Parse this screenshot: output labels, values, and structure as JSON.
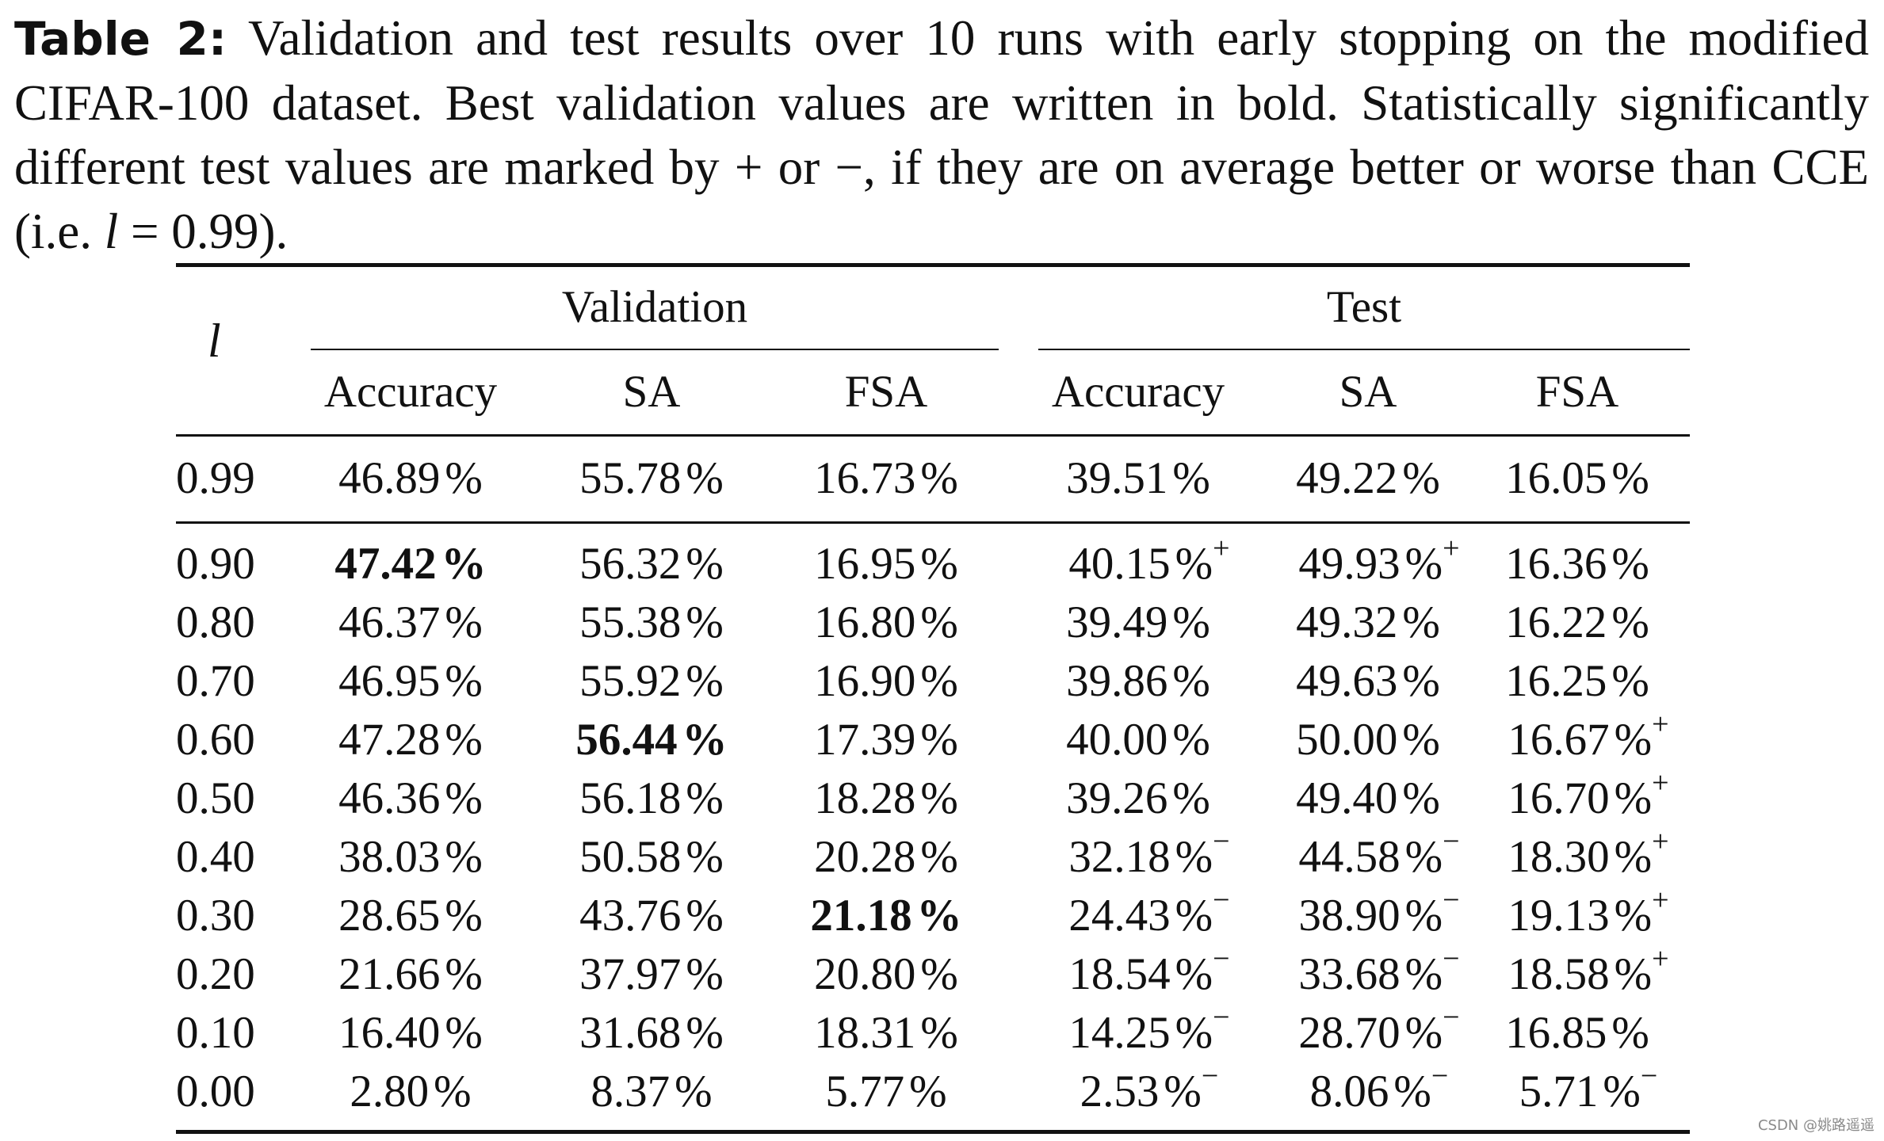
{
  "caption": {
    "label": "Table 2:",
    "text_part1": " Validation and test results over 10 runs with early stopping on the modified CIFAR-100 dataset. Best validation values are written in bold. Statistically significantly different test values are marked by + or −, if they are on average better or worse than CCE (i.e. ",
    "var": "l",
    "text_part2": " = 0.99)."
  },
  "table": {
    "row_header": "l",
    "groups": [
      {
        "label": "Validation",
        "columns": [
          "Accuracy",
          "SA",
          "FSA"
        ]
      },
      {
        "label": "Test",
        "columns": [
          "Accuracy",
          "SA",
          "FSA"
        ]
      }
    ],
    "rows": [
      {
        "l": "0.99",
        "cells": [
          {
            "v": "46.89",
            "bold": false,
            "sig": ""
          },
          {
            "v": "55.78",
            "bold": false,
            "sig": ""
          },
          {
            "v": "16.73",
            "bold": false,
            "sig": ""
          },
          {
            "v": "39.51",
            "bold": false,
            "sig": ""
          },
          {
            "v": "49.22",
            "bold": false,
            "sig": ""
          },
          {
            "v": "16.05",
            "bold": false,
            "sig": ""
          }
        ]
      },
      {
        "l": "0.90",
        "cells": [
          {
            "v": "47.42",
            "bold": true,
            "sig": ""
          },
          {
            "v": "56.32",
            "bold": false,
            "sig": ""
          },
          {
            "v": "16.95",
            "bold": false,
            "sig": ""
          },
          {
            "v": "40.15",
            "bold": false,
            "sig": "+"
          },
          {
            "v": "49.93",
            "bold": false,
            "sig": "+"
          },
          {
            "v": "16.36",
            "bold": false,
            "sig": ""
          }
        ]
      },
      {
        "l": "0.80",
        "cells": [
          {
            "v": "46.37",
            "bold": false,
            "sig": ""
          },
          {
            "v": "55.38",
            "bold": false,
            "sig": ""
          },
          {
            "v": "16.80",
            "bold": false,
            "sig": ""
          },
          {
            "v": "39.49",
            "bold": false,
            "sig": ""
          },
          {
            "v": "49.32",
            "bold": false,
            "sig": ""
          },
          {
            "v": "16.22",
            "bold": false,
            "sig": ""
          }
        ]
      },
      {
        "l": "0.70",
        "cells": [
          {
            "v": "46.95",
            "bold": false,
            "sig": ""
          },
          {
            "v": "55.92",
            "bold": false,
            "sig": ""
          },
          {
            "v": "16.90",
            "bold": false,
            "sig": ""
          },
          {
            "v": "39.86",
            "bold": false,
            "sig": ""
          },
          {
            "v": "49.63",
            "bold": false,
            "sig": ""
          },
          {
            "v": "16.25",
            "bold": false,
            "sig": ""
          }
        ]
      },
      {
        "l": "0.60",
        "cells": [
          {
            "v": "47.28",
            "bold": false,
            "sig": ""
          },
          {
            "v": "56.44",
            "bold": true,
            "sig": ""
          },
          {
            "v": "17.39",
            "bold": false,
            "sig": ""
          },
          {
            "v": "40.00",
            "bold": false,
            "sig": ""
          },
          {
            "v": "50.00",
            "bold": false,
            "sig": ""
          },
          {
            "v": "16.67",
            "bold": false,
            "sig": "+"
          }
        ]
      },
      {
        "l": "0.50",
        "cells": [
          {
            "v": "46.36",
            "bold": false,
            "sig": ""
          },
          {
            "v": "56.18",
            "bold": false,
            "sig": ""
          },
          {
            "v": "18.28",
            "bold": false,
            "sig": ""
          },
          {
            "v": "39.26",
            "bold": false,
            "sig": ""
          },
          {
            "v": "49.40",
            "bold": false,
            "sig": ""
          },
          {
            "v": "16.70",
            "bold": false,
            "sig": "+"
          }
        ]
      },
      {
        "l": "0.40",
        "cells": [
          {
            "v": "38.03",
            "bold": false,
            "sig": ""
          },
          {
            "v": "50.58",
            "bold": false,
            "sig": ""
          },
          {
            "v": "20.28",
            "bold": false,
            "sig": ""
          },
          {
            "v": "32.18",
            "bold": false,
            "sig": "−"
          },
          {
            "v": "44.58",
            "bold": false,
            "sig": "−"
          },
          {
            "v": "18.30",
            "bold": false,
            "sig": "+"
          }
        ]
      },
      {
        "l": "0.30",
        "cells": [
          {
            "v": "28.65",
            "bold": false,
            "sig": ""
          },
          {
            "v": "43.76",
            "bold": false,
            "sig": ""
          },
          {
            "v": "21.18",
            "bold": true,
            "sig": ""
          },
          {
            "v": "24.43",
            "bold": false,
            "sig": "−"
          },
          {
            "v": "38.90",
            "bold": false,
            "sig": "−"
          },
          {
            "v": "19.13",
            "bold": false,
            "sig": "+"
          }
        ]
      },
      {
        "l": "0.20",
        "cells": [
          {
            "v": "21.66",
            "bold": false,
            "sig": ""
          },
          {
            "v": "37.97",
            "bold": false,
            "sig": ""
          },
          {
            "v": "20.80",
            "bold": false,
            "sig": ""
          },
          {
            "v": "18.54",
            "bold": false,
            "sig": "−"
          },
          {
            "v": "33.68",
            "bold": false,
            "sig": "−"
          },
          {
            "v": "18.58",
            "bold": false,
            "sig": "+"
          }
        ]
      },
      {
        "l": "0.10",
        "cells": [
          {
            "v": "16.40",
            "bold": false,
            "sig": ""
          },
          {
            "v": "31.68",
            "bold": false,
            "sig": ""
          },
          {
            "v": "18.31",
            "bold": false,
            "sig": ""
          },
          {
            "v": "14.25",
            "bold": false,
            "sig": "−"
          },
          {
            "v": "28.70",
            "bold": false,
            "sig": "−"
          },
          {
            "v": "16.85",
            "bold": false,
            "sig": ""
          }
        ]
      },
      {
        "l": "0.00",
        "cells": [
          {
            "v": "2.80",
            "bold": false,
            "sig": ""
          },
          {
            "v": "8.37",
            "bold": false,
            "sig": ""
          },
          {
            "v": "5.77",
            "bold": false,
            "sig": ""
          },
          {
            "v": "2.53",
            "bold": false,
            "sig": "−"
          },
          {
            "v": "8.06",
            "bold": false,
            "sig": "−"
          },
          {
            "v": "5.71",
            "bold": false,
            "sig": "−"
          }
        ]
      }
    ],
    "percent_sign": "%"
  },
  "watermark": "CSDN @姚路遥遥"
}
